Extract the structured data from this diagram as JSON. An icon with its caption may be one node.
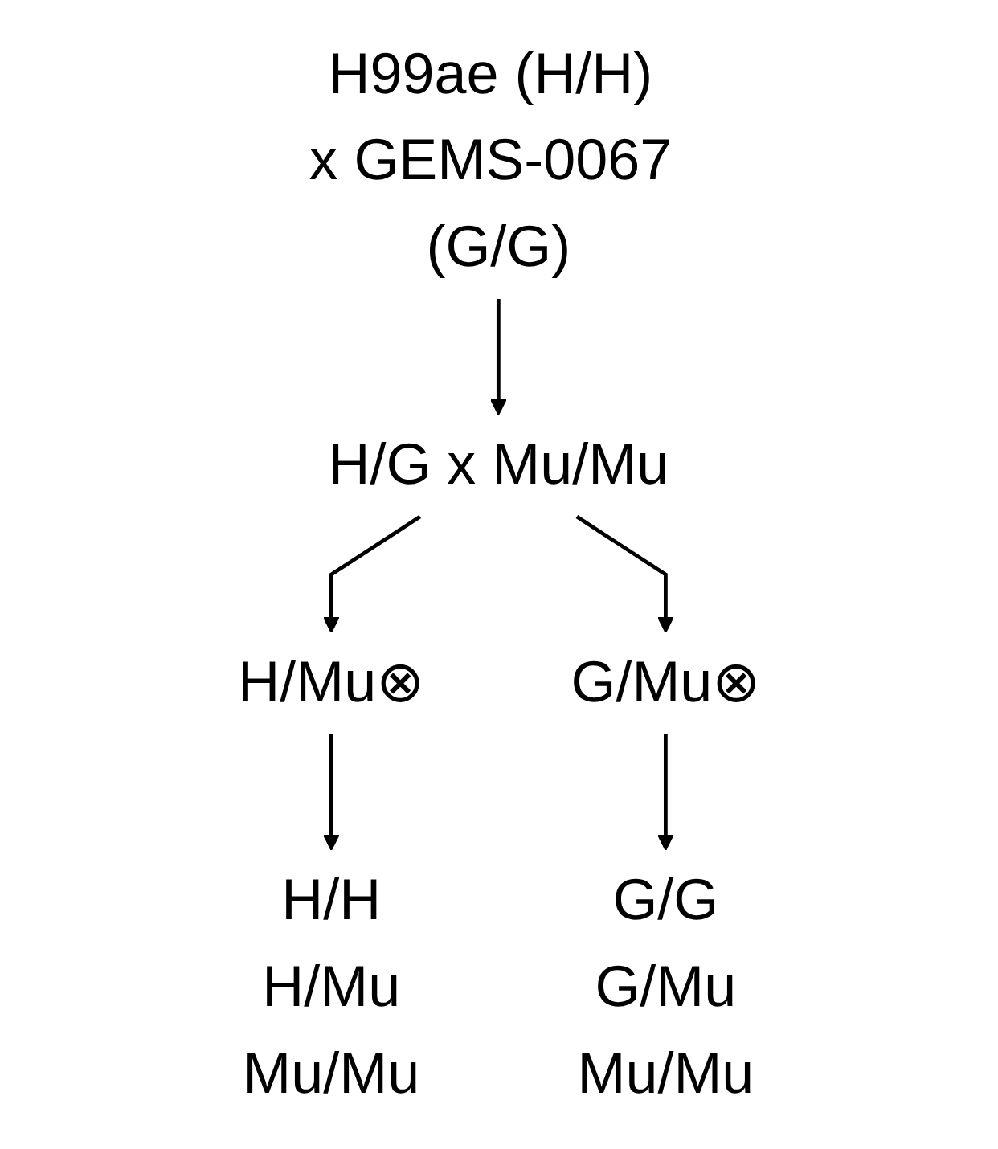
{
  "diagram": {
    "nodes": [
      {
        "text": [
          "H99ae (H/H) x GEMS-0067 (G/G)"
        ]
      },
      {
        "text": [
          "H/G x Mu/Mu"
        ]
      },
      {
        "text": [
          "H/Mu⊗"
        ]
      },
      {
        "text": [
          "G/Mu⊗"
        ]
      },
      {
        "text": [
          "H/H",
          "H/Mu",
          "Mu/Mu"
        ]
      },
      {
        "text": [
          "G/G",
          "G/Mu",
          "Mu/Mu"
        ]
      }
    ],
    "edges": [
      {
        "from": 0,
        "to": 1,
        "arrow": "to"
      },
      {
        "from": 1,
        "to": 2,
        "arrow": "to"
      },
      {
        "from": 1,
        "to": 3,
        "arrow": "to"
      },
      {
        "from": 2,
        "to": 4,
        "arrow": "to"
      },
      {
        "from": 3,
        "to": 5,
        "arrow": "to"
      }
    ]
  }
}
